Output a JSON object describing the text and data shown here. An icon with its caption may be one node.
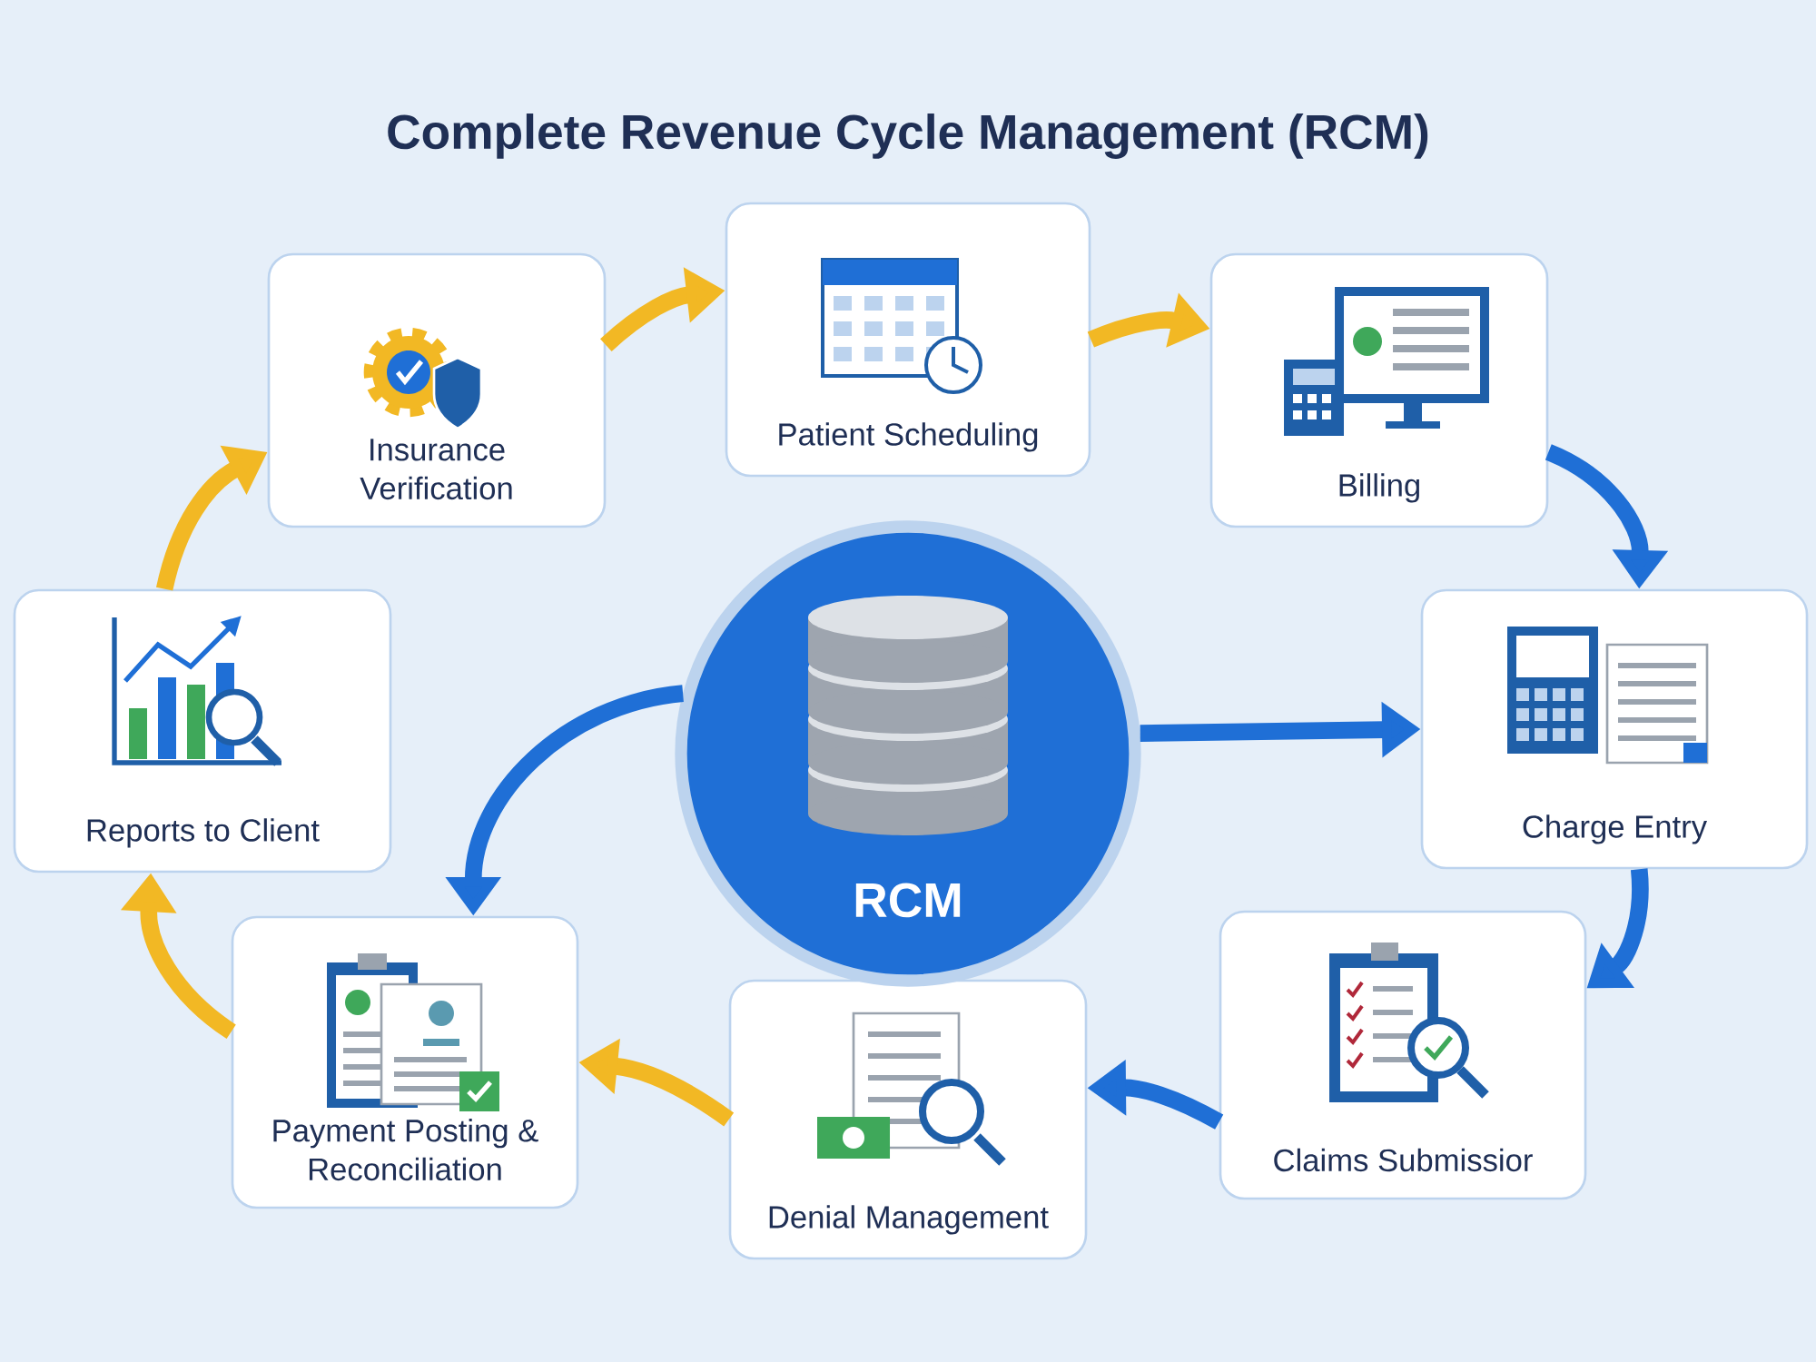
{
  "diagram": {
    "title": "Complete Revenue Cycle Management (RCM)",
    "nodes": [
      {
        "text": [
          "Insurance Verification"
        ]
      },
      {
        "text": [
          "Patient Scheduling"
        ]
      },
      {
        "text": [
          "Billing"
        ]
      },
      {
        "text": [
          "Charge Entry"
        ]
      },
      {
        "text": [
          "Claims Submissior"
        ]
      },
      {
        "text": [
          "Denial Management"
        ]
      },
      {
        "text": [
          "Payment Posting & Reconciliation"
        ]
      },
      {
        "text": [
          "Reports to Client"
        ]
      },
      {
        "text": [
          "RCM"
        ]
      }
    ],
    "edges": [
      {
        "from": 0,
        "to": 1,
        "arrow": "to",
        "color": "#f2b824"
      },
      {
        "from": 1,
        "to": 2,
        "arrow": "to",
        "color": "#f2b824"
      },
      {
        "from": 2,
        "to": 3,
        "arrow": "to",
        "color": "#1f6fd6"
      },
      {
        "from": 3,
        "to": 4,
        "arrow": "to",
        "color": "#1f6fd6"
      },
      {
        "from": 4,
        "to": 5,
        "arrow": "to",
        "color": "#1f6fd6"
      },
      {
        "from": 5,
        "to": 6,
        "arrow": "to",
        "color": "#f2b824"
      },
      {
        "from": 6,
        "to": 7,
        "arrow": "to",
        "color": "#f2b824"
      },
      {
        "from": 7,
        "to": 0,
        "arrow": "to",
        "color": "#f2b824"
      },
      {
        "from": 8,
        "to": 3,
        "arrow": "to",
        "color": "#1f6fd6"
      },
      {
        "from": 8,
        "to": 6,
        "arrow": "to",
        "color": "#1f6fd6"
      }
    ]
  }
}
